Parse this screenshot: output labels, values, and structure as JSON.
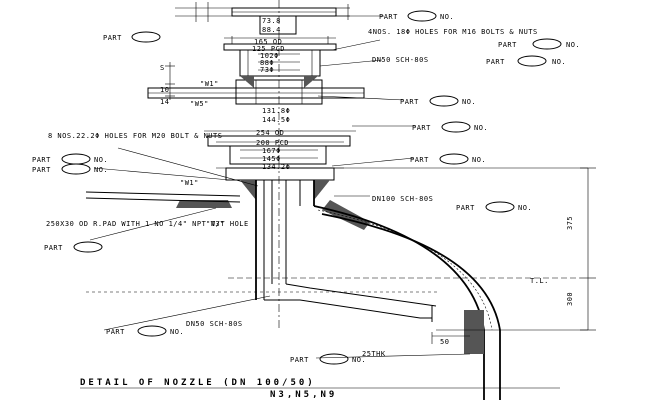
{
  "drawing": {
    "title": "DETAIL OF NOZZLE (DN 100/50)",
    "subtitle": "N3,N5,N9"
  },
  "part_label": {
    "left": "PART",
    "right": "NO.",
    "symbol": "circle-ellipse"
  },
  "top_flange": {
    "dim_74": "73.8",
    "dim_88": "88.4",
    "od": "165 OD",
    "pcd": "125 PCD",
    "d1": "102Φ",
    "d2": "88Φ",
    "d3": "73Φ",
    "d4": "131.8Φ",
    "d5": "144.5Φ",
    "holes": "4NOS. 18Φ HOLES FOR M16 BOLTS & NUTS",
    "pipe": "DN50 SCH-80S",
    "weld_w1": "\"W1\"",
    "weld_w5": "\"W5\"",
    "dim_10": "10",
    "dim_s": "S",
    "dim_14": "14"
  },
  "bottom_flange": {
    "od": "254 OD",
    "pcd": "200 PCD",
    "d1": "167Φ",
    "d2": "145Φ",
    "d3": "134.2Φ",
    "holes": "8 NOS.22.2Φ HOLES FOR M20 BOLT & NUTS",
    "weld_w1": "\"W1\"",
    "weld_w3": "\"W3\"",
    "pipe": "DN100 SCH-80S",
    "pad": "250X30 OD R.PAD WITH 1 NO 1/4\" NPT T/T HOLE"
  },
  "vessel": {
    "tl": "T.L.",
    "dim_375": "375",
    "dim_300": "300",
    "dim_50": "50",
    "dim_thk": "25THK",
    "inner_pipe": "DN50 SCH-80S"
  }
}
